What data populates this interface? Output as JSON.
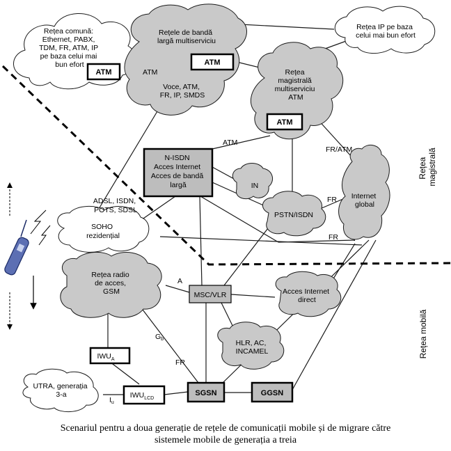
{
  "clouds": {
    "public_network": [
      "Rețea comună:",
      "Ethernet, PABX,",
      "TDM, FR, ATM, IP",
      "pe baza celui mai",
      "bun efort"
    ],
    "broadband": [
      "Rețele de bandă",
      "largă multiserviciu"
    ],
    "broadband_services": [
      "Voce, ATM,",
      "FR, IP, SMDS"
    ],
    "ip_best_effort": [
      "Rețea IP pe baza",
      "celui mai bun efort"
    ],
    "backbone": [
      "Rețea",
      "magistrală",
      "multiserviciu",
      "ATM"
    ],
    "in": "IN",
    "pstn": "PSTN/ISDN",
    "internet": [
      "Internet",
      "global"
    ],
    "soho": [
      "SOHO",
      "rezidențial"
    ],
    "gsm_ran": [
      "Rețea radio",
      "de acces,",
      "GSM"
    ],
    "internet_access": [
      "Acces Internet",
      "direct"
    ],
    "hlr": [
      "HLR, AC,",
      "INCAMEL"
    ],
    "utra": [
      "UTRA, generația",
      "3-a"
    ]
  },
  "boxes": {
    "atm_left": "ATM",
    "atm_mid": "ATM",
    "atm_backbone": "ATM",
    "nisdn": [
      "N-ISDN",
      "Acces Internet",
      "Acces de bandă",
      "largă"
    ],
    "msc": "MSC/VLR",
    "iwu_a": "IWU",
    "iwu_a_sub": "A",
    "iwu_lcd": "IWU",
    "iwu_lcd_sub": "LCD",
    "sgsn": "SGSN",
    "ggsn": "GGSN"
  },
  "link_labels": {
    "atm_1": "ATM",
    "atm_2": "ATM",
    "fr_atm": "FR/ATM",
    "fr_1": "FR",
    "fr_2": "FR",
    "fr_3": "FR",
    "a": "A",
    "gb": "G",
    "gb_sub": "b",
    "iu": "I",
    "iu_sub": "u",
    "adsl": [
      "ADSL, ISDN,",
      "POTS, SDSL"
    ]
  },
  "sides": {
    "core": [
      "Rețea",
      "magistrală"
    ],
    "mobile": "Rețea mobilă"
  },
  "caption": [
    "Scenariul pentru a doua generație de rețele de comunicații mobile și de migrare către",
    "sistemele mobile de generația a treia"
  ]
}
